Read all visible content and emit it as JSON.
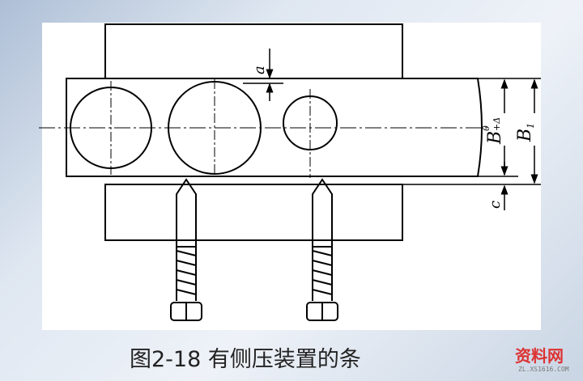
{
  "labels": {
    "a": "a",
    "b_plus_delta": "B",
    "b_sup": "0",
    "b_sub": "+Δ",
    "b1": "B",
    "b1_sub": "1",
    "c": "c"
  },
  "caption": "图2-18  有侧压装置的条",
  "watermark": {
    "logo": "资料网",
    "url": "ZL.XS1616.COM"
  }
}
